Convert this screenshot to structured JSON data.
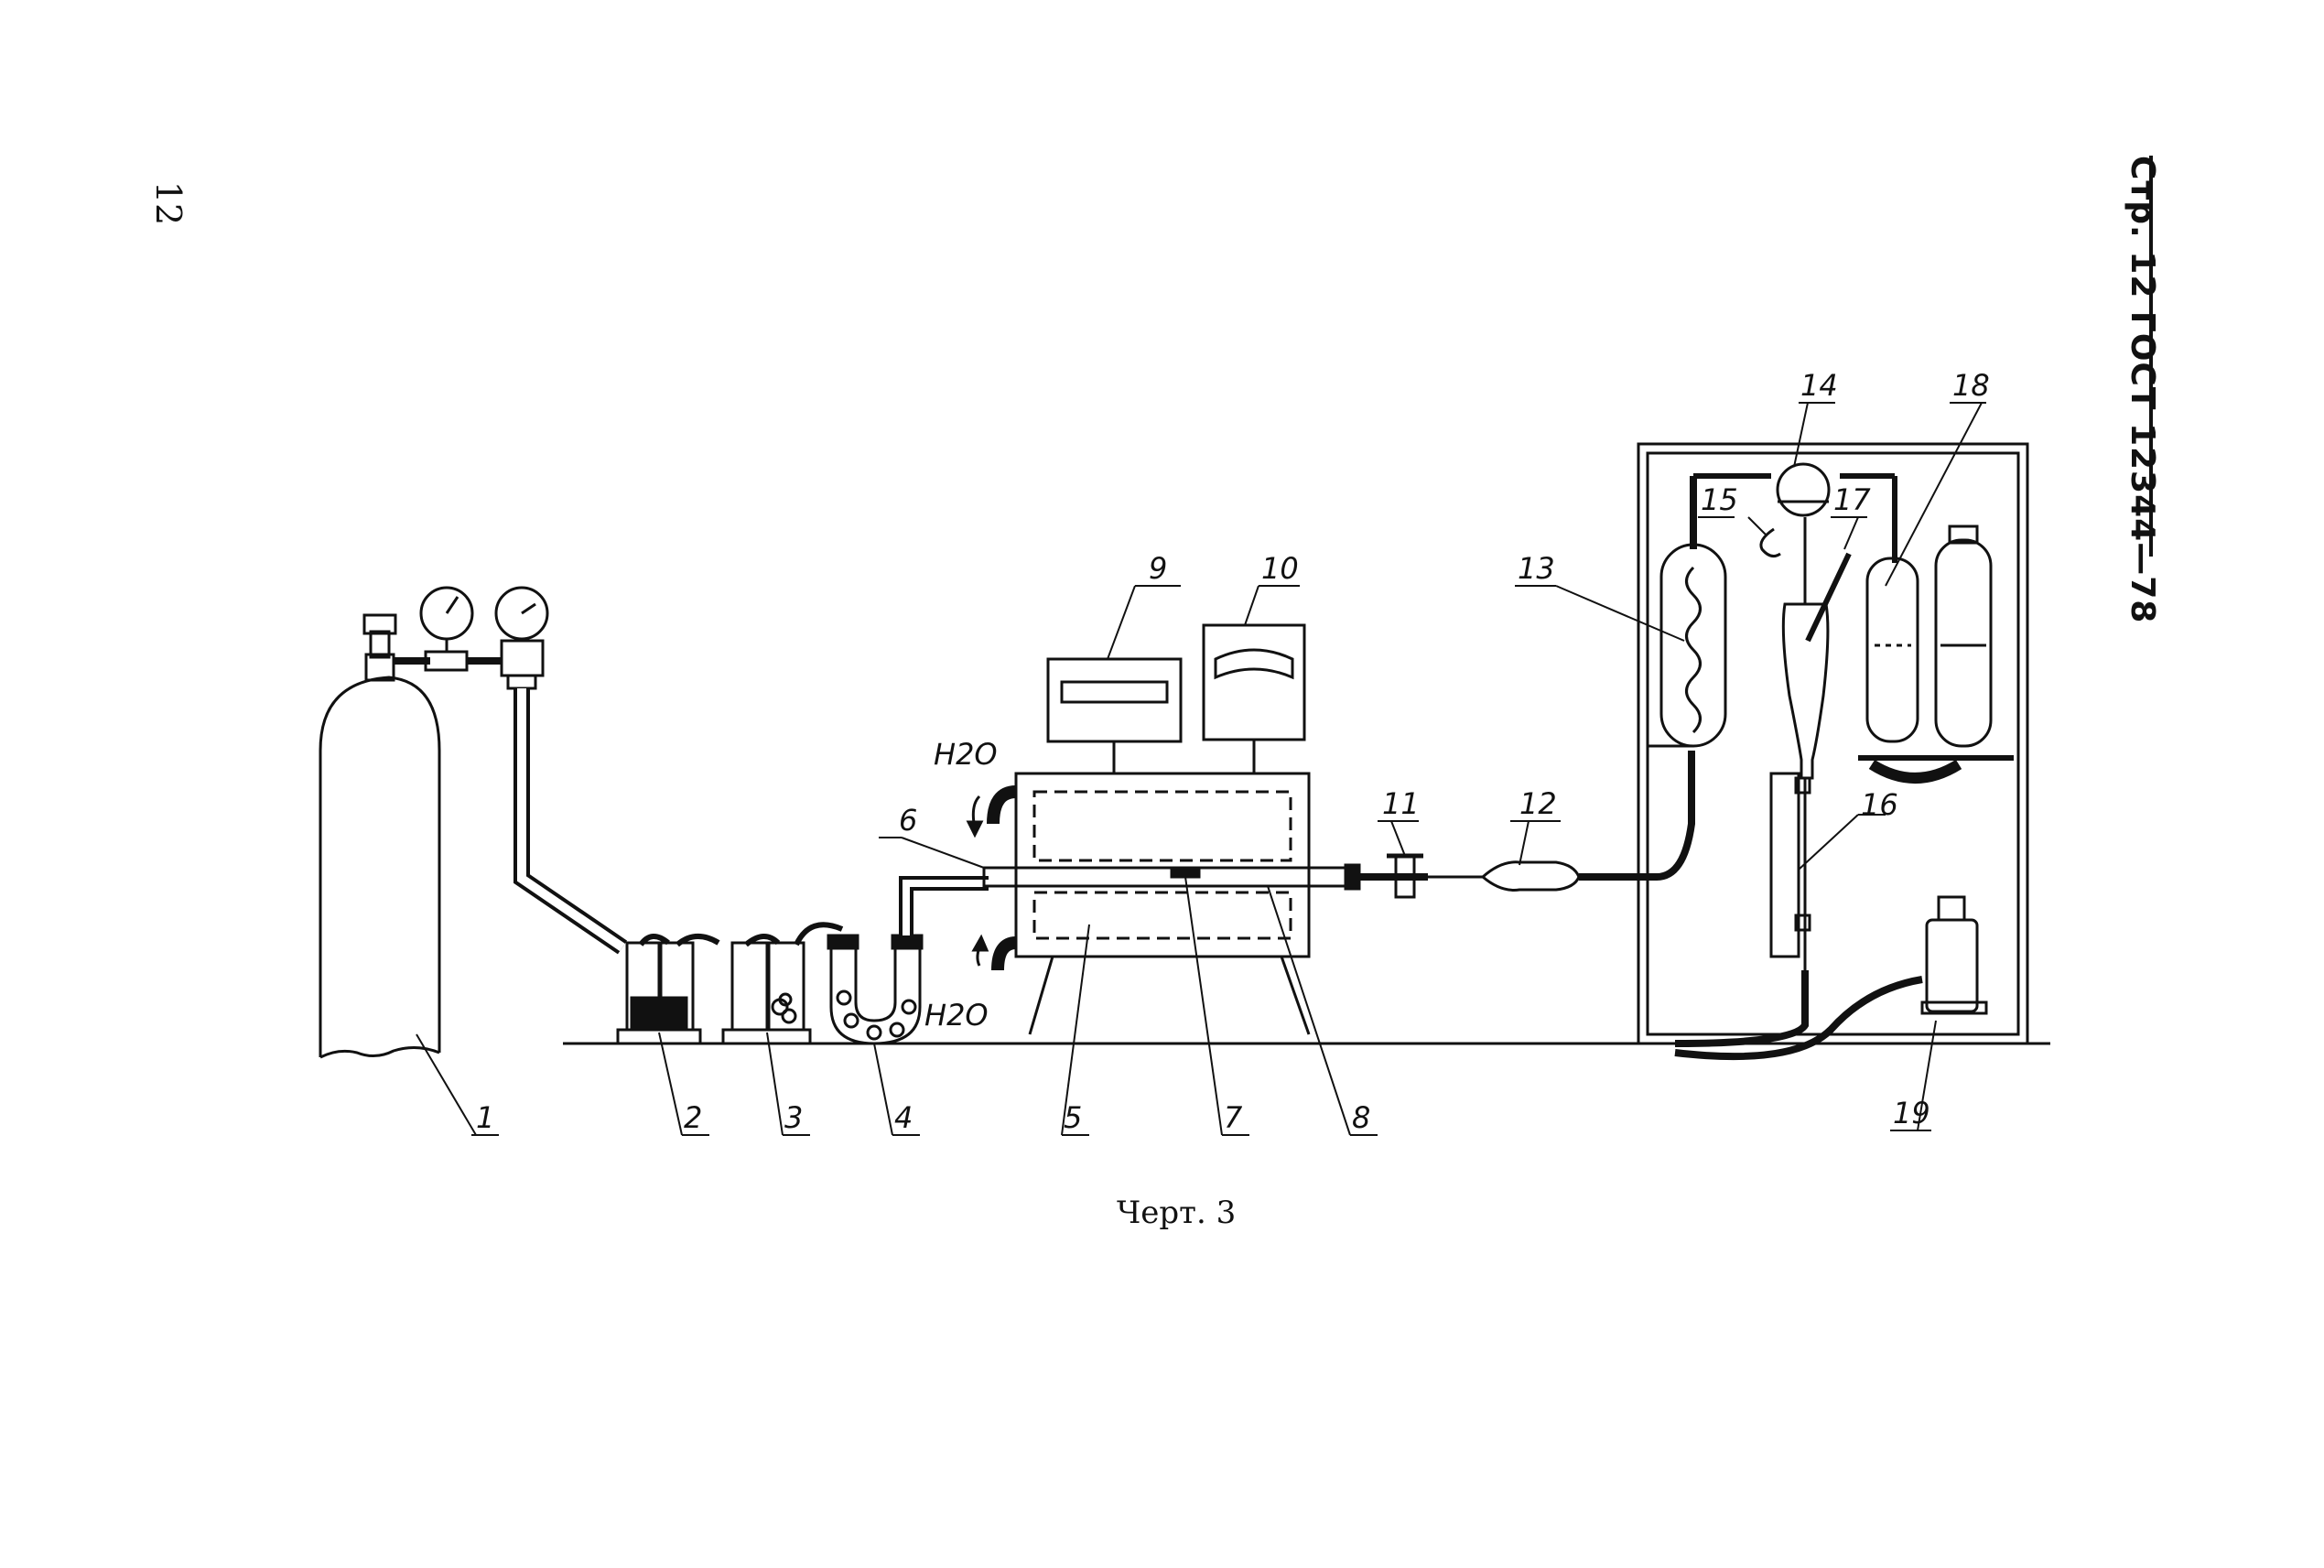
{
  "page": {
    "number": "12",
    "header": "Стр. 12 ГОСТ 12344—78",
    "caption": "Черт. 3"
  },
  "labels": [
    "1",
    "2",
    "3",
    "4",
    "5",
    "6",
    "7",
    "8",
    "9",
    "10",
    "11",
    "12",
    "13",
    "14",
    "15",
    "16",
    "17",
    "18",
    "19"
  ],
  "water_labels": [
    "H2O",
    "H2O"
  ]
}
